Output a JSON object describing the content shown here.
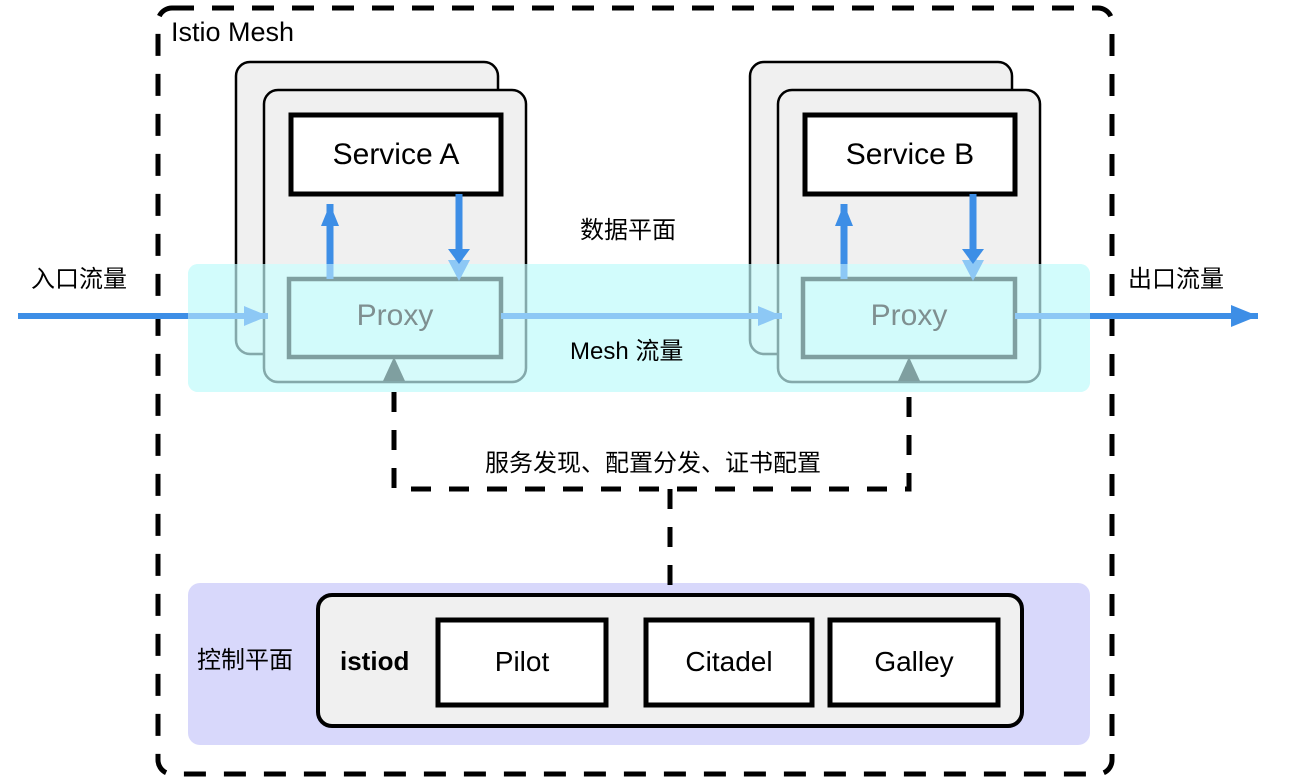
{
  "diagram": {
    "title": "Istio Mesh",
    "type": "architecture-diagram"
  },
  "labels": {
    "mesh_title": "Istio Mesh",
    "data_plane": "数据平面",
    "mesh_traffic": "Mesh 流量",
    "ingress_traffic": "入口流量",
    "egress_traffic": "出口流量",
    "control_plane": "控制平面",
    "xds_annotation": "服务发现、配置分发、证书配置"
  },
  "pods": [
    {
      "service_label": "Service A",
      "proxy_label": "Proxy"
    },
    {
      "service_label": "Service B",
      "proxy_label": "Proxy"
    }
  ],
  "control_plane": {
    "panel_label": "istiod",
    "components": [
      {
        "label": "Pilot"
      },
      {
        "label": "Citadel"
      },
      {
        "label": "Galley"
      }
    ]
  },
  "colors": {
    "mesh_border": "#000000",
    "data_plane_band": "#d2fbfb",
    "control_plane_band": "#d8d8fb",
    "proxy_border": "#7f9fa0",
    "proxy_fill": "#d2fbfb",
    "pod_fill": "#f0f0f0",
    "pod_border": "#000000",
    "traffic_blue": "#3d8ee6",
    "traffic_blue_light": "#8dc8f5",
    "service_fill": "#ffffff",
    "istiod_fill": "#f0f0f0",
    "proxy_text": "#7f8f90"
  }
}
